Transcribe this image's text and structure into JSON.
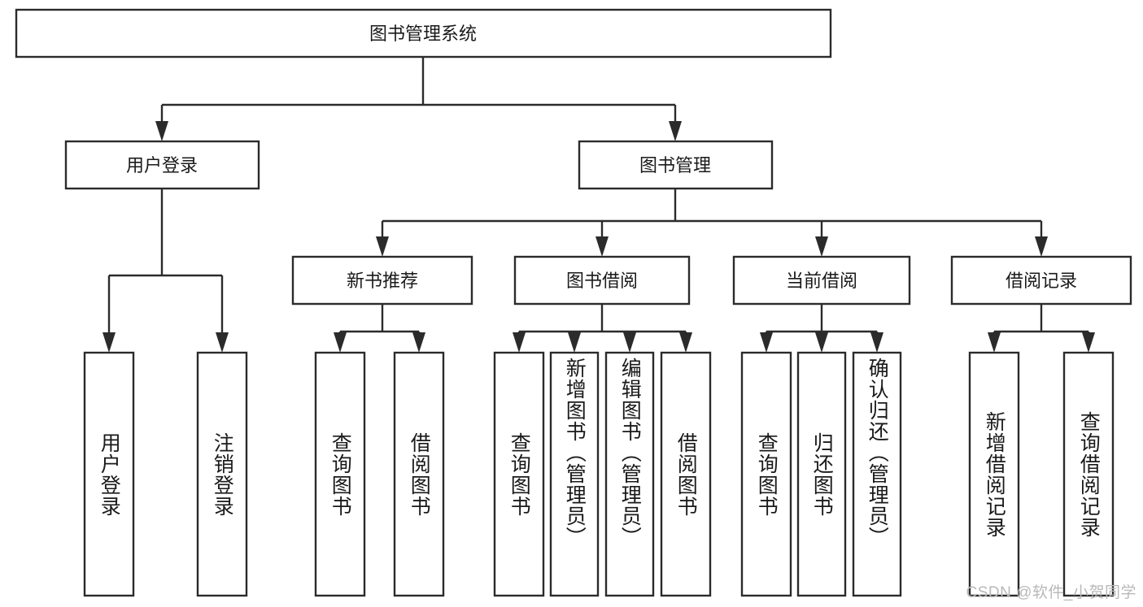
{
  "diagram": {
    "type": "tree-hierarchy",
    "title": "图书管理系统",
    "root": {
      "id": "root",
      "label": "图书管理系统",
      "level": 1
    },
    "level2": [
      {
        "id": "user-login",
        "label": "用户登录"
      },
      {
        "id": "book-management",
        "label": "图书管理"
      }
    ],
    "level3": [
      {
        "id": "new-book-recommend",
        "label": "新书推荐",
        "parent": "book-management"
      },
      {
        "id": "book-borrow",
        "label": "图书借阅",
        "parent": "book-management"
      },
      {
        "id": "current-borrow",
        "label": "当前借阅",
        "parent": "book-management"
      },
      {
        "id": "borrow-record",
        "label": "借阅记录",
        "parent": "book-management"
      }
    ],
    "leaves": [
      {
        "id": "leaf-user-login",
        "label": "用户登录",
        "parent": "user-login",
        "align": "center"
      },
      {
        "id": "leaf-logout",
        "label": "注销登录",
        "parent": "user-login",
        "align": "center"
      },
      {
        "id": "leaf-query-book-1",
        "label": "查询图书",
        "parent": "new-book-recommend",
        "align": "center"
      },
      {
        "id": "leaf-borrow-book-1",
        "label": "借阅图书",
        "parent": "new-book-recommend",
        "align": "center"
      },
      {
        "id": "leaf-query-book-2",
        "label": "查询图书",
        "parent": "book-borrow",
        "align": "center"
      },
      {
        "id": "leaf-add-book",
        "label": "新增图书（管理员）",
        "parent": "book-borrow",
        "align": "top"
      },
      {
        "id": "leaf-edit-book",
        "label": "编辑图书（管理员）",
        "parent": "book-borrow",
        "align": "top"
      },
      {
        "id": "leaf-borrow-book-2",
        "label": "借阅图书",
        "parent": "book-borrow",
        "align": "center"
      },
      {
        "id": "leaf-query-book-3",
        "label": "查询图书",
        "parent": "current-borrow",
        "align": "center"
      },
      {
        "id": "leaf-return-book",
        "label": "归还图书",
        "parent": "current-borrow",
        "align": "center"
      },
      {
        "id": "leaf-confirm-return",
        "label": "确认归还（管理员）",
        "parent": "current-borrow",
        "align": "top"
      },
      {
        "id": "leaf-add-record",
        "label": "新增借阅记录",
        "parent": "borrow-record",
        "align": "center"
      },
      {
        "id": "leaf-query-record",
        "label": "查询借阅记录",
        "parent": "borrow-record",
        "align": "center"
      }
    ],
    "colors": {
      "box_stroke": "#2b2b2b",
      "box_fill": "#ffffff",
      "text": "#1a1a1a",
      "connector": "#2b2b2b",
      "background": "#ffffff",
      "watermark": "#b9b9b9"
    }
  },
  "watermark": {
    "text": "CSDN @软件_小贺同学"
  }
}
